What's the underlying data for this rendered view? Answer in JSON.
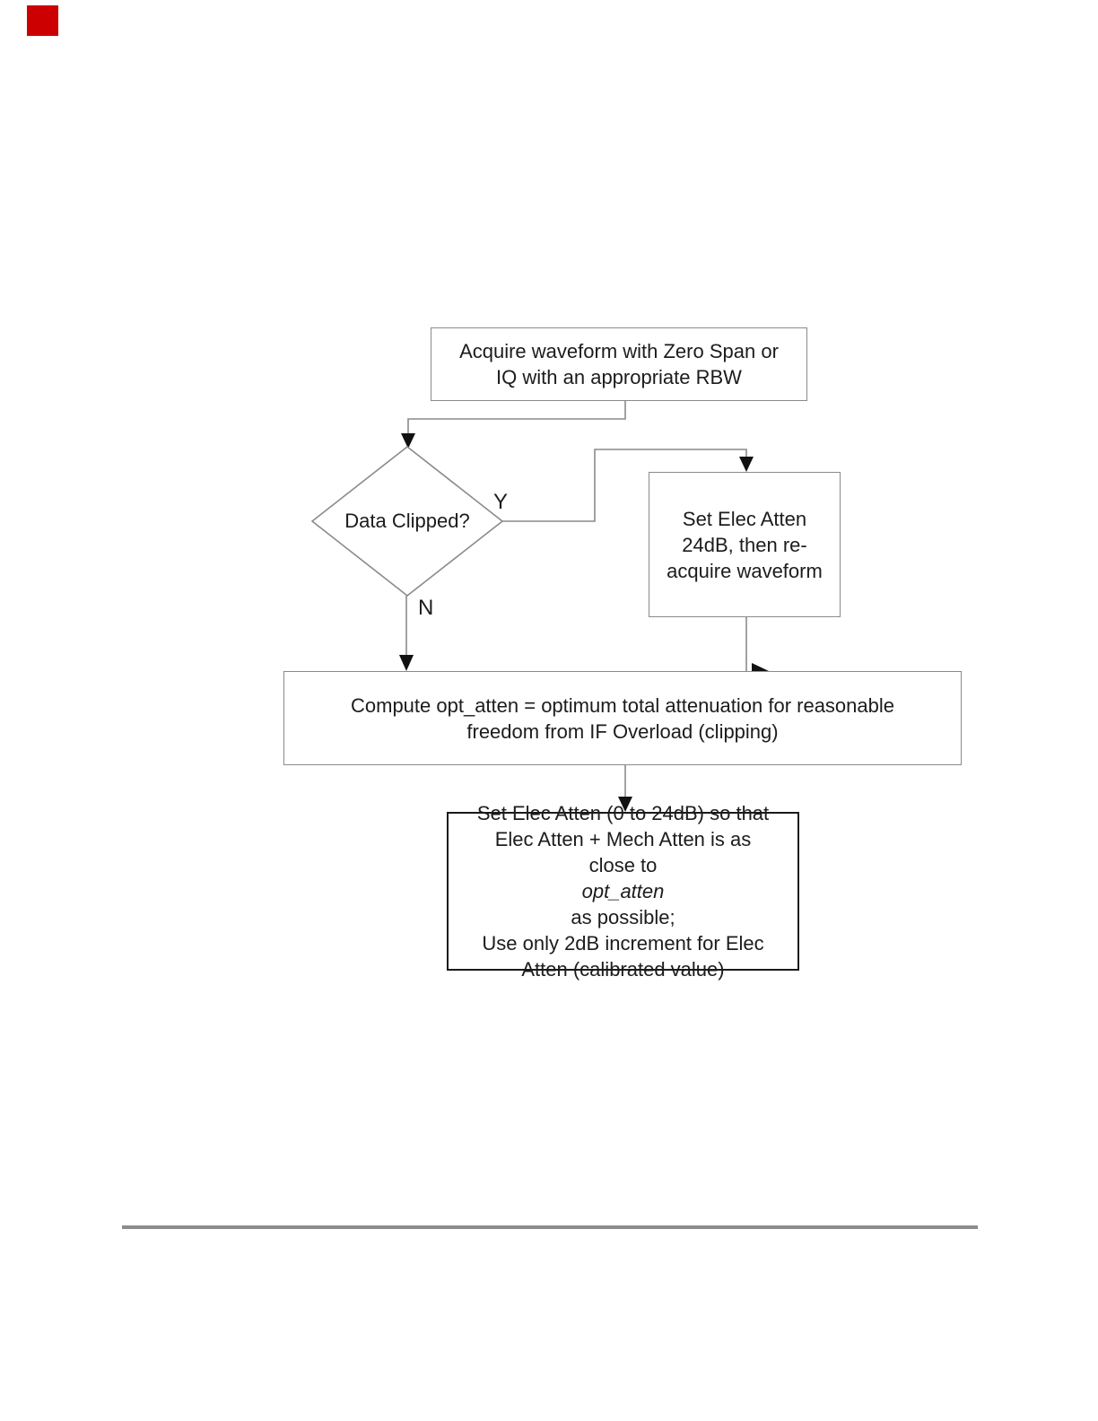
{
  "colors": {
    "marker_red": "#cc0000",
    "connector_gray": "#8a8a8a",
    "thin_border_gray": "#8a8a8a",
    "thick_border_dark": "#1a1a1a",
    "footer_rule_gray": "#8c8c8c",
    "text": "#1c1c1c"
  },
  "flowchart": {
    "acquire_box": {
      "line1": "Acquire waveform with Zero Span or",
      "line2": "IQ with an appropriate RBW"
    },
    "decision": {
      "label": "Data Clipped?",
      "yes": "Y",
      "no": "N"
    },
    "elec24_box": {
      "line1": "Set Elec Atten",
      "line2": "24dB, then re-",
      "line3": "acquire waveform"
    },
    "compute_box": {
      "line1": "Compute opt_atten = optimum total attenuation for reasonable",
      "line2": "freedom from IF Overload (clipping)"
    },
    "setelec_box": {
      "line1": "Set Elec Atten (0 to 24dB) so that",
      "line2": "Elec Atten + Mech Atten is as",
      "line3_pre": "close to ",
      "line3_italic": "opt_atten",
      "line3_post": " as possible;",
      "line4": "Use only 2dB increment for Elec",
      "line5": "Atten (calibrated value)"
    }
  }
}
